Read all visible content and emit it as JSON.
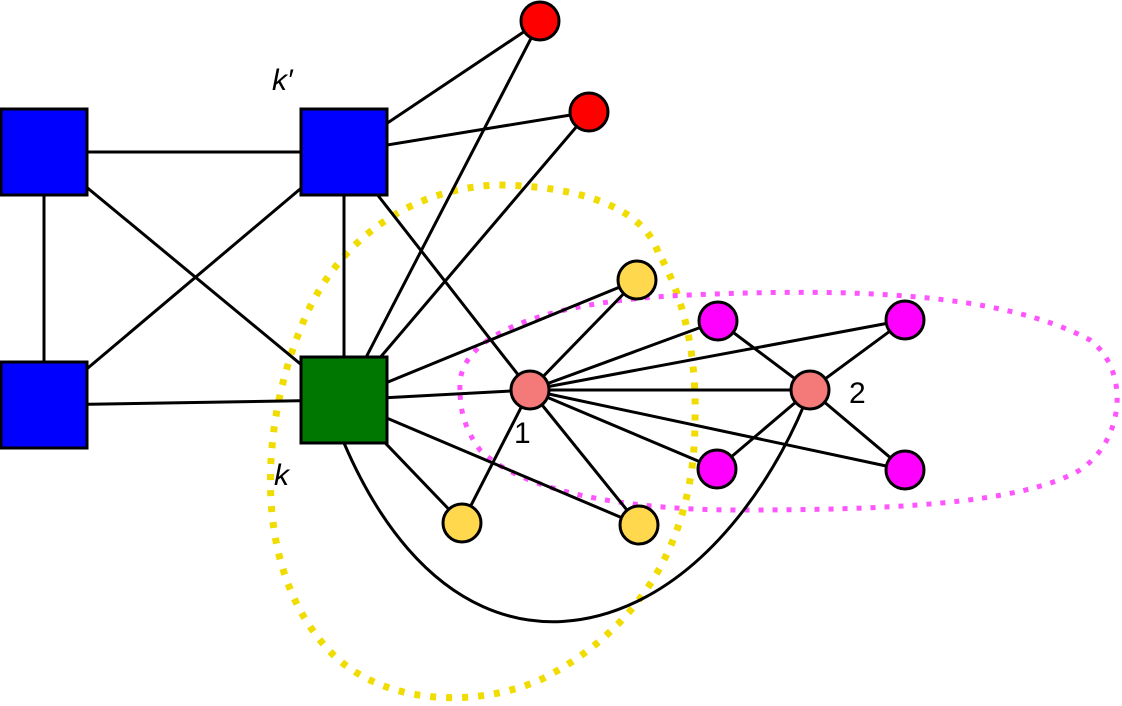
{
  "labels": {
    "k_prime": "k′",
    "k": "k",
    "node1": "1",
    "node2": "2"
  },
  "colors": {
    "blue_square": "#0000ff",
    "green_square": "#007700",
    "red_node": "#ff0000",
    "yellow_node": "#ffd84d",
    "salmon_node": "#f47a7a",
    "magenta_node": "#ff00ff",
    "yellow_region": "#f0dc00",
    "magenta_region": "#ff55ff",
    "edge": "#000000"
  },
  "nodes": [
    {
      "id": "sq-top-left",
      "shape": "square",
      "color": "blue_square"
    },
    {
      "id": "sq-kprime",
      "shape": "square",
      "color": "blue_square"
    },
    {
      "id": "sq-bottom-left",
      "shape": "square",
      "color": "blue_square"
    },
    {
      "id": "sq-k",
      "shape": "square",
      "color": "green_square"
    },
    {
      "id": "red-top",
      "shape": "circle",
      "color": "red_node"
    },
    {
      "id": "red-mid",
      "shape": "circle",
      "color": "red_node"
    },
    {
      "id": "yellow-top",
      "shape": "circle",
      "color": "yellow_node"
    },
    {
      "id": "yellow-bottom-left",
      "shape": "circle",
      "color": "yellow_node"
    },
    {
      "id": "yellow-bottom-right",
      "shape": "circle",
      "color": "yellow_node"
    },
    {
      "id": "node-1",
      "shape": "circle",
      "color": "salmon_node"
    },
    {
      "id": "node-2",
      "shape": "circle",
      "color": "salmon_node"
    },
    {
      "id": "magenta-top-left",
      "shape": "circle",
      "color": "magenta_node"
    },
    {
      "id": "magenta-top-right",
      "shape": "circle",
      "color": "magenta_node"
    },
    {
      "id": "magenta-bottom-left",
      "shape": "circle",
      "color": "magenta_node"
    },
    {
      "id": "magenta-bottom-right",
      "shape": "circle",
      "color": "magenta_node"
    }
  ],
  "edges": [
    [
      "sq-top-left",
      "sq-kprime"
    ],
    [
      "sq-top-left",
      "sq-bottom-left"
    ],
    [
      "sq-top-left",
      "sq-k"
    ],
    [
      "sq-kprime",
      "sq-bottom-left"
    ],
    [
      "sq-kprime",
      "sq-k"
    ],
    [
      "sq-bottom-left",
      "sq-k"
    ],
    [
      "sq-kprime",
      "red-top"
    ],
    [
      "sq-kprime",
      "red-mid"
    ],
    [
      "sq-kprime",
      "node-1"
    ],
    [
      "sq-k",
      "red-top"
    ],
    [
      "sq-k",
      "red-mid"
    ],
    [
      "sq-k",
      "yellow-top"
    ],
    [
      "sq-k",
      "node-1"
    ],
    [
      "sq-k",
      "yellow-bottom-left"
    ],
    [
      "sq-k",
      "yellow-bottom-right"
    ],
    [
      "yellow-top",
      "node-1"
    ],
    [
      "yellow-bottom-left",
      "node-1"
    ],
    [
      "yellow-bottom-right",
      "node-1"
    ],
    [
      "node-1",
      "magenta-top-left"
    ],
    [
      "node-1",
      "magenta-top-right"
    ],
    [
      "node-1",
      "node-2"
    ],
    [
      "node-1",
      "magenta-bottom-left"
    ],
    [
      "node-1",
      "magenta-bottom-right"
    ],
    [
      "node-2",
      "magenta-top-left"
    ],
    [
      "node-2",
      "magenta-top-right"
    ],
    [
      "node-2",
      "magenta-bottom-left"
    ],
    [
      "node-2",
      "magenta-bottom-right"
    ],
    [
      "sq-k",
      "node-2"
    ]
  ]
}
